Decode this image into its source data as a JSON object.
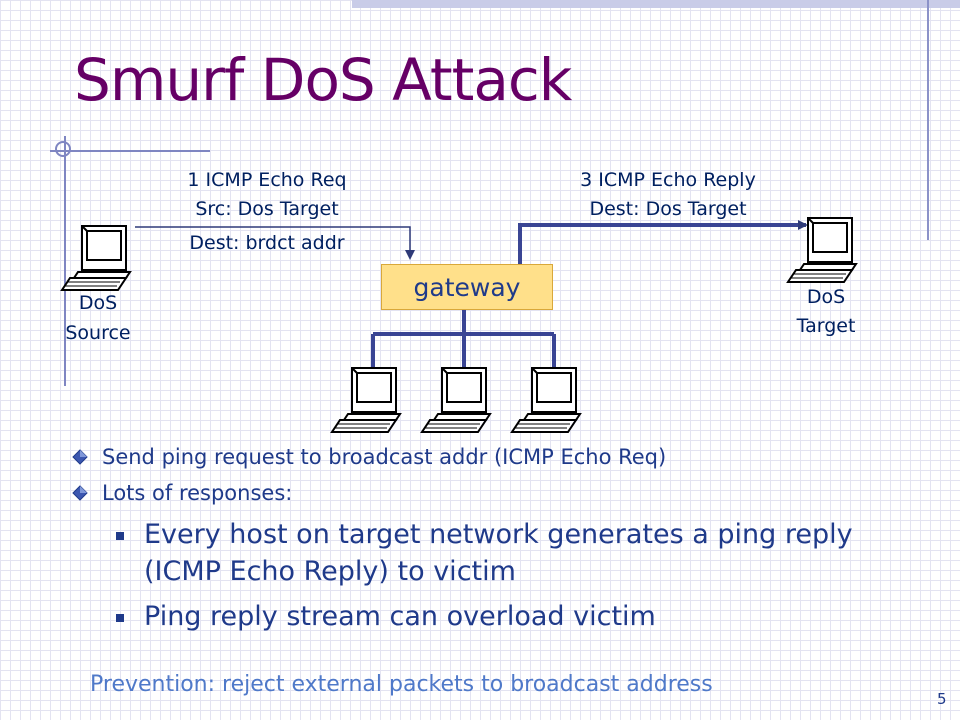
{
  "slide": {
    "title": "Smurf DoS Attack",
    "page_number": "5"
  },
  "diagram": {
    "request_label": {
      "line1": "1 ICMP Echo Req",
      "line2": "Src:  Dos Target",
      "line3": "Dest:  brdct addr"
    },
    "reply_label": {
      "line1": "3 ICMP Echo Reply",
      "line2": "Dest:  Dos Target"
    },
    "gateway_label": "gateway",
    "source_label": {
      "line1": "DoS",
      "line2": "Source"
    },
    "target_label": {
      "line1": "DoS",
      "line2": "Target"
    },
    "hosts": [
      "host",
      "host",
      "host"
    ],
    "icons": {
      "computer": "computer-icon",
      "bullet_level1": "diamond-bullet-icon",
      "bullet_level2": "square-bullet-icon"
    }
  },
  "bullets": {
    "items": [
      {
        "text": "Send ping request to broadcast addr (ICMP Echo Req)"
      },
      {
        "text": "Lots of responses:"
      }
    ],
    "subitems": [
      {
        "text": "Every host on target network generates a ping reply (ICMP Echo Reply) to victim"
      },
      {
        "text": "Ping reply stream can overload victim"
      }
    ]
  },
  "footer": {
    "prevention": "Prevention: reject external packets to broadcast address"
  },
  "colors": {
    "title": "#660066",
    "text": "#1f3a8a",
    "label": "#002060",
    "gateway_fill": "#ffe08a",
    "line": "#2e3a78",
    "prevention": "#4f79c9"
  }
}
